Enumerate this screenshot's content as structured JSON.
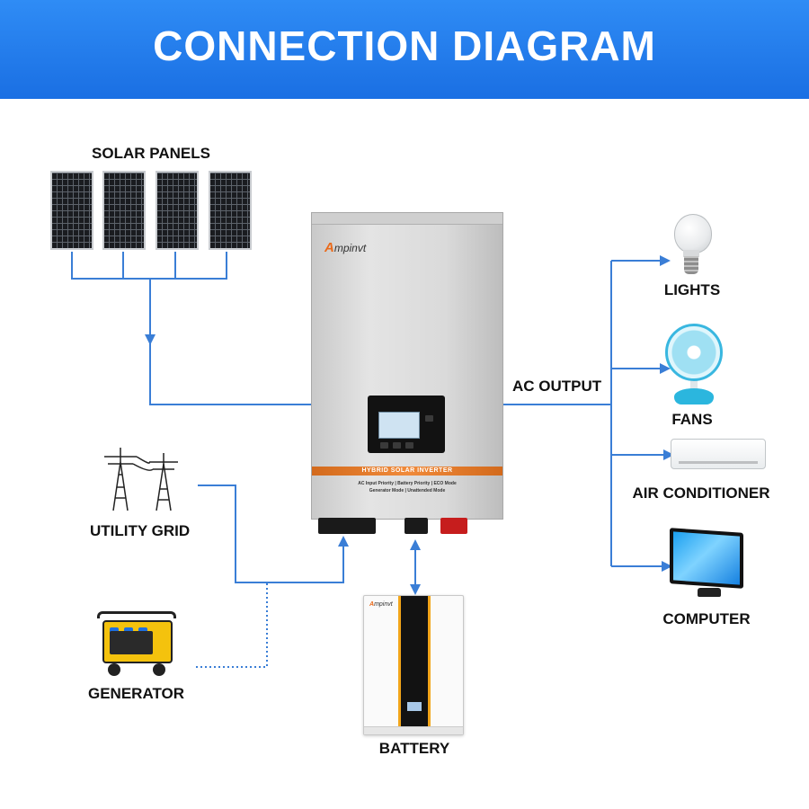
{
  "header": {
    "title": "CONNECTION DIAGRAM"
  },
  "labels": {
    "solar_panels": "SOLAR PANELS",
    "utility_grid": "UTILITY GRID",
    "generator": "GENERATOR",
    "battery": "BATTERY",
    "ac_output": "AC OUTPUT",
    "lights": "LIGHTS",
    "fans": "FANS",
    "air_conditioner": "AIR CONDITIONER",
    "computer": "COMPUTER"
  },
  "inverter": {
    "brand": "mpinvt",
    "brand_initial": "A",
    "band_text": "HYBRID SOLAR INVERTER",
    "modes_line1": "AC Input Priority  |  Battery Priority  |  ECO Mode",
    "modes_line2": "Generator Mode  |  Unattended Mode"
  },
  "battery_unit": {
    "brand": "mpinvt",
    "brand_initial": "A"
  },
  "colors": {
    "banner": "#1a6fe3",
    "wire": "#3a7ed6",
    "inverter_band": "#ea6a1a",
    "battery_accent": "#f2a51a"
  }
}
